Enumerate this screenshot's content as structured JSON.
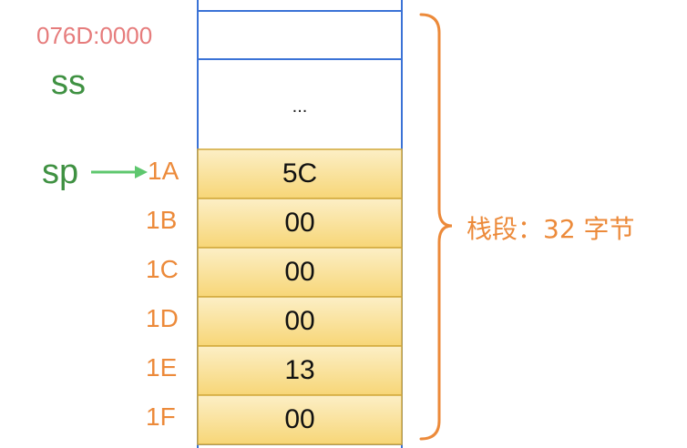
{
  "segment_address": "076D:0000",
  "ss_label": "ss",
  "sp_label": "sp",
  "ellipsis": "...",
  "stack_cells": [
    {
      "address": "1A",
      "value": "5C"
    },
    {
      "address": "1B",
      "value": "00"
    },
    {
      "address": "1C",
      "value": "00"
    },
    {
      "address": "1D",
      "value": "00"
    },
    {
      "address": "1E",
      "value": "13"
    },
    {
      "address": "1F",
      "value": "00"
    }
  ],
  "brace_label": "栈段：32 字节",
  "colors": {
    "column_border": "#3a72d6",
    "cell_fill_top": "#fcefc6",
    "cell_fill_bottom": "#f7d677",
    "cell_border": "#d2a83a",
    "address": "#ec8a3a",
    "segment_address": "#e67c7c",
    "register": "#3f9142",
    "arrow": "#5ec76e",
    "brace": "#ec8a3a"
  }
}
